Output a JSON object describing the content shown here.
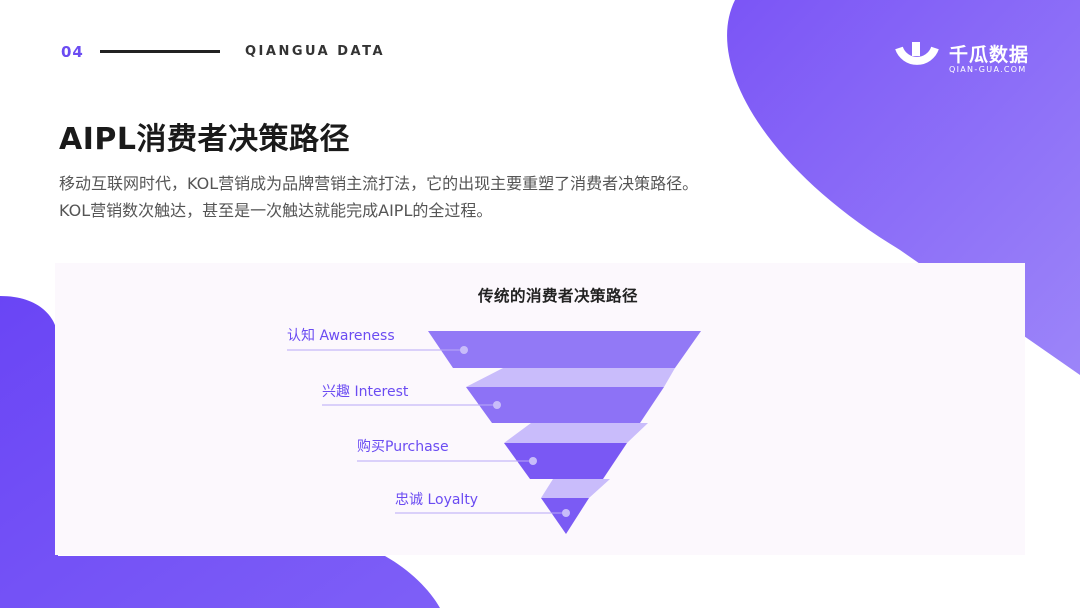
{
  "header": {
    "page_number": "04",
    "brand_en": "QIANGUA DATA"
  },
  "logo": {
    "name_cn": "千瓜数据",
    "url": "QIAN-GUA.COM"
  },
  "title": "AIPL消费者决策路径",
  "subtitle": "移动互联网时代，KOL营销成为品牌营销主流打法，它的出现主要重塑了消费者决策路径。KOL营销数次触达，甚至是一次触达就能完成AIPL的全过程。",
  "diagram": {
    "title": "传统的消费者决策路径",
    "stages": [
      {
        "label": "认知 Awareness"
      },
      {
        "label": "兴趣 Interest"
      },
      {
        "label": "购买Purchase"
      },
      {
        "label": "忠诚 Loyalty"
      }
    ]
  },
  "colors": {
    "accent": "#6b4cf2",
    "stage_1": "#9279f6",
    "stage_2": "#8d72f6",
    "stage_3": "#7a58f4",
    "stage_4": "#7b5bf4",
    "ribbon": "#c9bcfb"
  }
}
